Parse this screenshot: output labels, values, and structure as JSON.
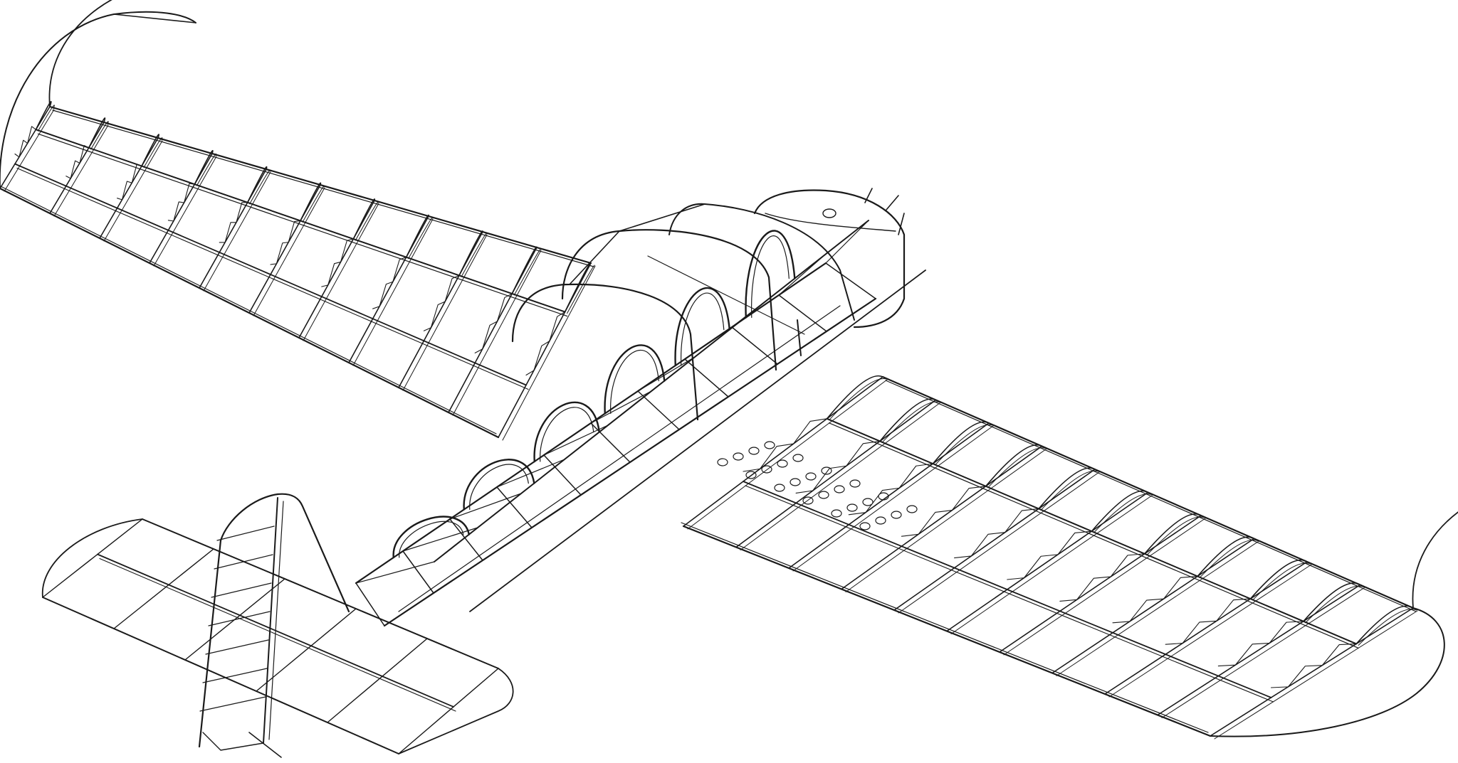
{
  "drawing": {
    "line_color": "#1a1a1a",
    "background_color": "#ffffff",
    "parts": [
      {
        "id": "left-wing",
        "name": "left-wing",
        "rib_count": 11
      },
      {
        "id": "right-wing",
        "name": "right-wing",
        "rib_count": 11
      },
      {
        "id": "fuselage",
        "name": "fuselage",
        "bulkhead_count": 6
      },
      {
        "id": "cockpit-canopy-frame",
        "name": "cockpit-canopy-frame"
      },
      {
        "id": "engine-cowling",
        "name": "engine-cowling"
      },
      {
        "id": "horizontal-stabilizer",
        "name": "horizontal-stabilizer",
        "rib_count": 6
      },
      {
        "id": "vertical-fin",
        "name": "vertical-fin"
      }
    ]
  }
}
